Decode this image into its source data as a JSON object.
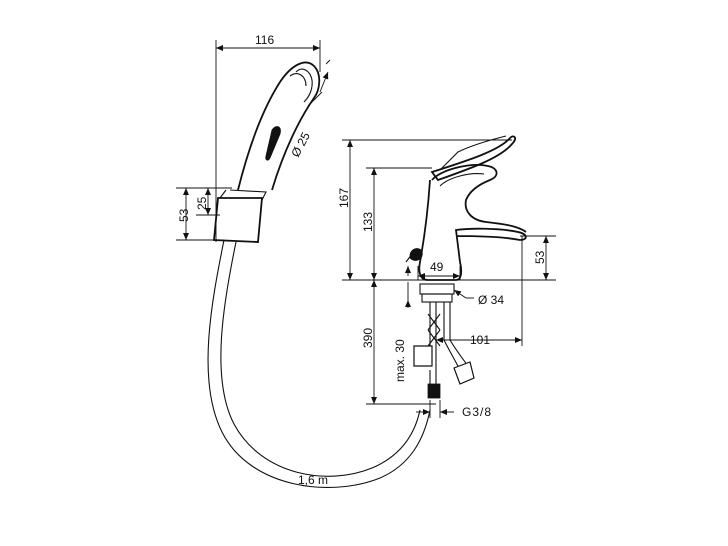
{
  "dimensions": {
    "shower_width": "116",
    "shower_diameter": "Ø 25",
    "holder_height": "53",
    "holder_offset": "25",
    "mixer_height": "167",
    "spout_height": "133",
    "spout_clearance": "53",
    "body_width": "49",
    "base_diameter": "Ø 34",
    "spout_reach": "101",
    "hose_length_under": "390",
    "max_thickness": "max. 30",
    "thread": "G3/8",
    "hose_length": "1,6 m"
  }
}
